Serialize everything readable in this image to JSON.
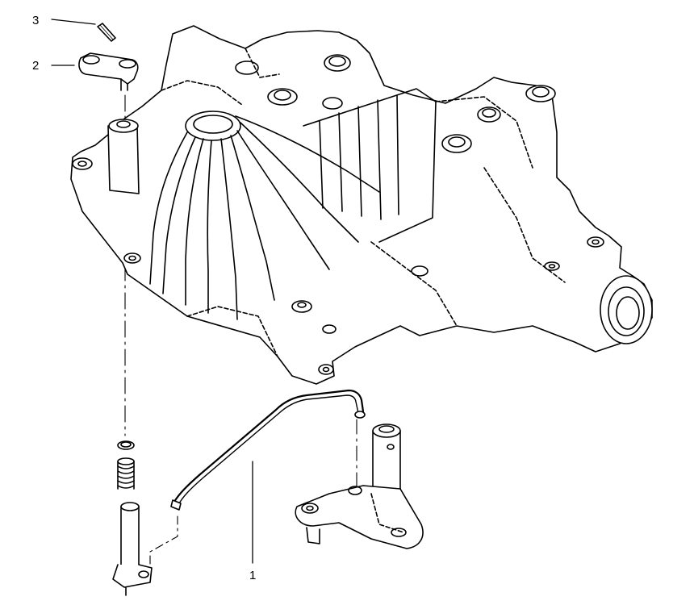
{
  "callouts": [
    {
      "number": "1",
      "part": "part-1-linkage-rod"
    },
    {
      "number": "2",
      "part": "part-2-lever-arm"
    },
    {
      "number": "3",
      "part": "part-3-roll-pin"
    }
  ],
  "colors": {
    "line": "#000000",
    "background": "#ffffff"
  }
}
